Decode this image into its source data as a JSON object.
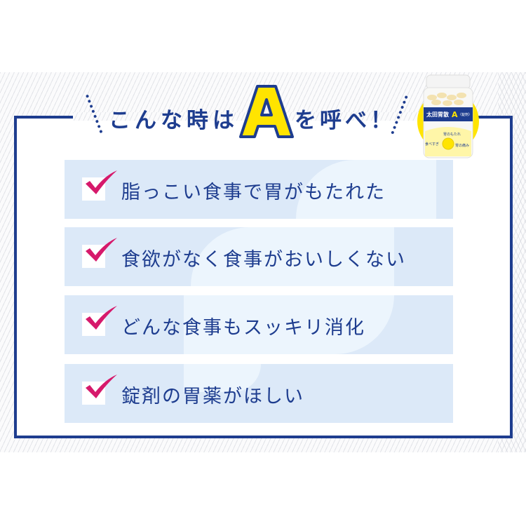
{
  "heading": {
    "prefix": "こんな時は",
    "emphasis_letter": "A",
    "suffix": "を呼べ！"
  },
  "product": {
    "icon": "medicine-bottle-icon",
    "brand": "太田胃散",
    "variant_letter": "A",
    "variant_form": "〈錠剤〉",
    "tags": [
      "胃のもたれ",
      "食べすぎ",
      "胃の痛み"
    ]
  },
  "checklist": {
    "items": [
      {
        "icon": "checkmark-icon",
        "label": "脂っこい食事で胃がもたれた"
      },
      {
        "icon": "checkmark-icon",
        "label": "食欲がなく食事がおいしくない"
      },
      {
        "icon": "checkmark-icon",
        "label": "どんな食事もスッキリ消化"
      },
      {
        "icon": "checkmark-icon",
        "label": "錠剤の胃薬がほしい"
      }
    ]
  },
  "colors": {
    "navy": "#1e3d8f",
    "check_pink": "#d6196b",
    "accent_yellow": "#ffe400",
    "item_bg": "#dce9f8"
  }
}
